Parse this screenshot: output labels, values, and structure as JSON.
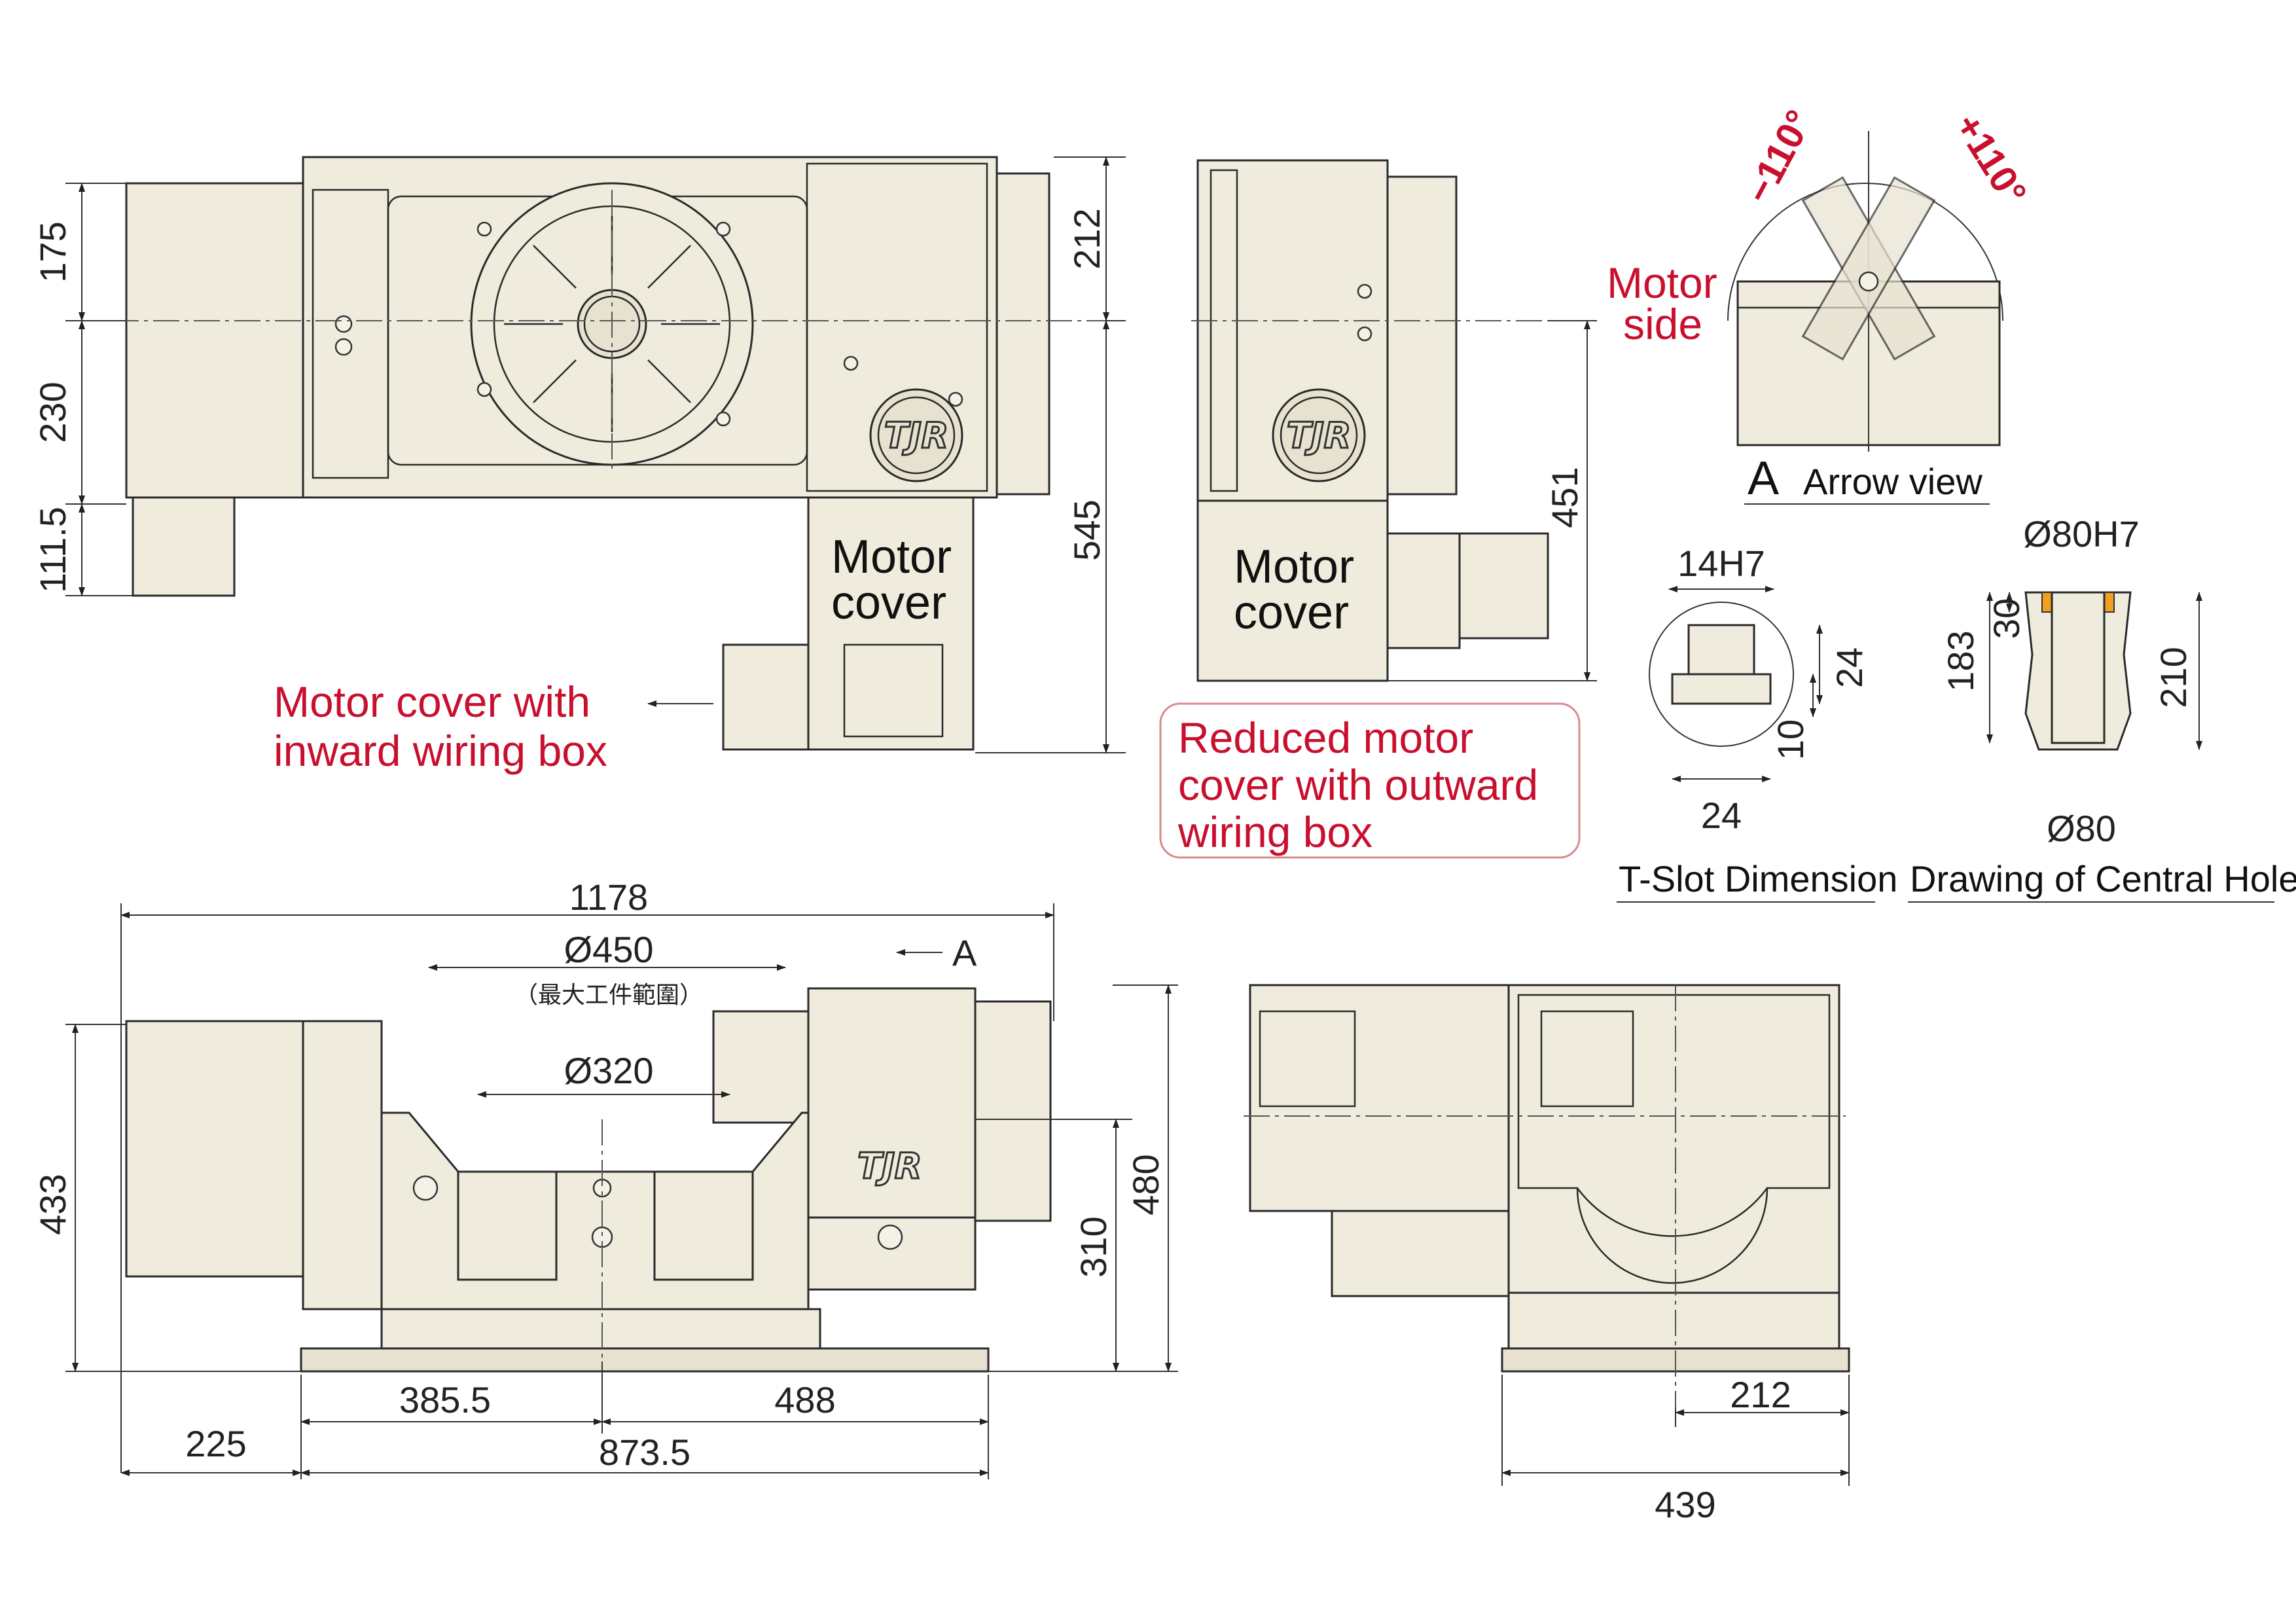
{
  "dims": {
    "top_175": "175",
    "top_230": "230",
    "top_111_5": "111.5",
    "top_212": "212",
    "top_545": "545",
    "side_451": "451",
    "front_1178": "1178",
    "front_d450": "Ø450",
    "front_max_work": "（最大工件範圍）",
    "front_d320": "Ø320",
    "front_433": "433",
    "front_310": "310",
    "front_480": "480",
    "front_385_5": "385.5",
    "front_488": "488",
    "front_225": "225",
    "front_873_5": "873.5",
    "right_212": "212",
    "right_439": "439",
    "arrow_A": "A",
    "tslot_14h7": "14H7",
    "tslot_24v": "24",
    "tslot_10": "10",
    "tslot_24h": "24",
    "hole_d80h7": "Ø80H7",
    "hole_30": "30",
    "hole_183": "183",
    "hole_210": "210",
    "hole_d80": "Ø80"
  },
  "labels": {
    "motor_cover_1a": "Motor",
    "motor_cover_1b": "cover",
    "motor_cover_2a": "Motor",
    "motor_cover_2b": "cover",
    "inward_1": "Motor cover with",
    "inward_2": "inward wiring box",
    "reduced_1": "Reduced motor",
    "reduced_2": "cover with outward",
    "reduced_3": "wiring box",
    "tilt_minus": "−110°",
    "tilt_plus": "+110°",
    "motor_side_1": "Motor",
    "motor_side_2": "side",
    "arrow_view_letter": "A",
    "arrow_view_text": "Arrow view",
    "tslot_caption": "T-Slot Dimension",
    "hole_caption": "Drawing of Central Hole",
    "logo": "TJR"
  },
  "colors": {
    "accent_red": "#c8102e",
    "body": "#efebdd",
    "hole_ring": "#f0a020"
  }
}
